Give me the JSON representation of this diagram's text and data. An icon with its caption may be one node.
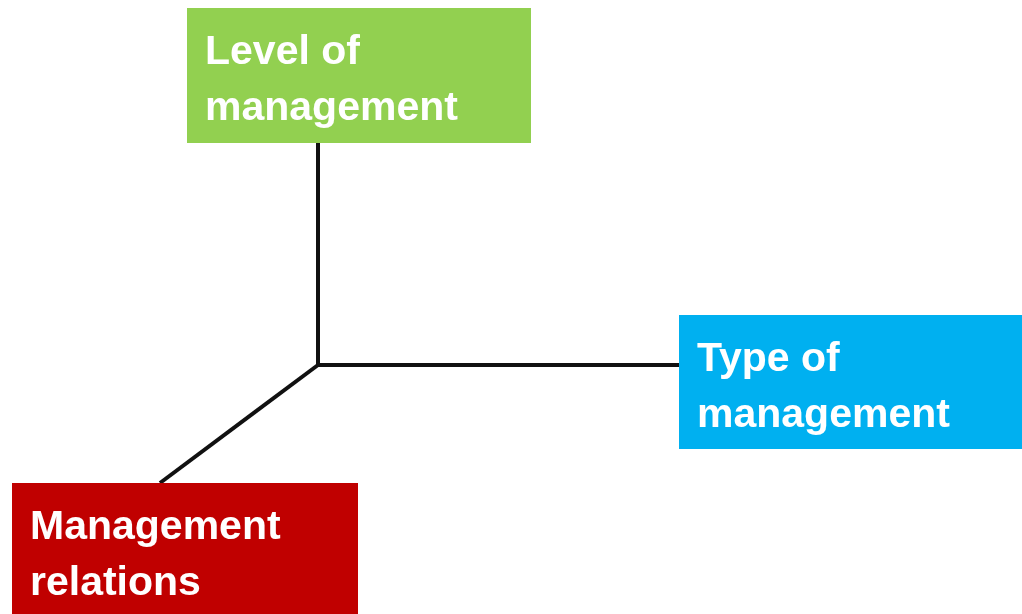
{
  "diagram": {
    "nodes": [
      {
        "text": [
          "Level of management"
        ]
      },
      {
        "text": [
          "Type of management"
        ]
      },
      {
        "text": [
          "Management relations"
        ]
      }
    ],
    "edges": [
      {
        "from": null,
        "to": 0,
        "arrow": "none"
      },
      {
        "from": null,
        "to": 1,
        "arrow": "none"
      },
      {
        "from": null,
        "to": 2,
        "arrow": "none"
      }
    ]
  }
}
